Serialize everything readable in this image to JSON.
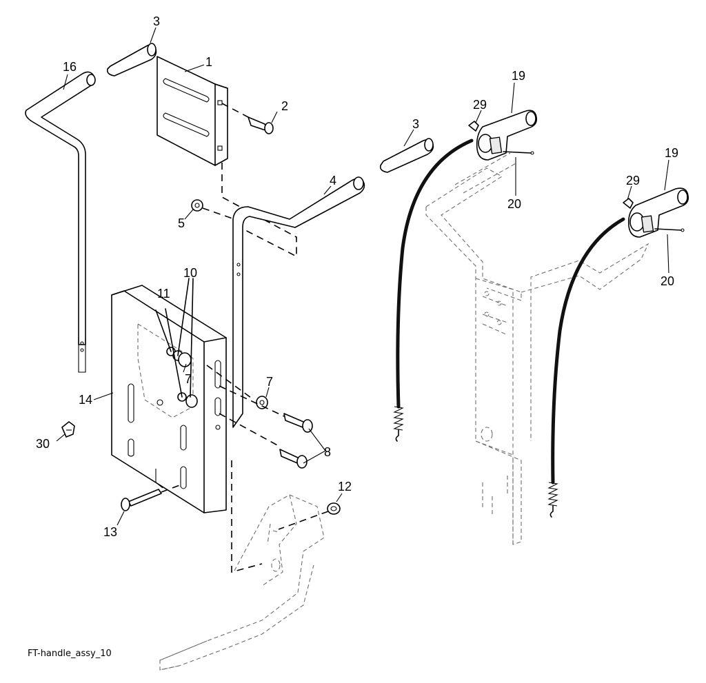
{
  "drawing": {
    "caption": "FT-handle_assy_10",
    "callouts": {
      "c1": "1",
      "c2": "2",
      "c3a": "3",
      "c3b": "3",
      "c4": "4",
      "c5": "5",
      "c7a": "7",
      "c7b": "7",
      "c8": "8",
      "c10": "10",
      "c11": "11",
      "c12": "12",
      "c13": "13",
      "c14": "14",
      "c16": "16",
      "c19a": "19",
      "c19b": "19",
      "c20a": "20",
      "c20b": "20",
      "c29a": "29",
      "c29b": "29",
      "c30": "30"
    }
  }
}
